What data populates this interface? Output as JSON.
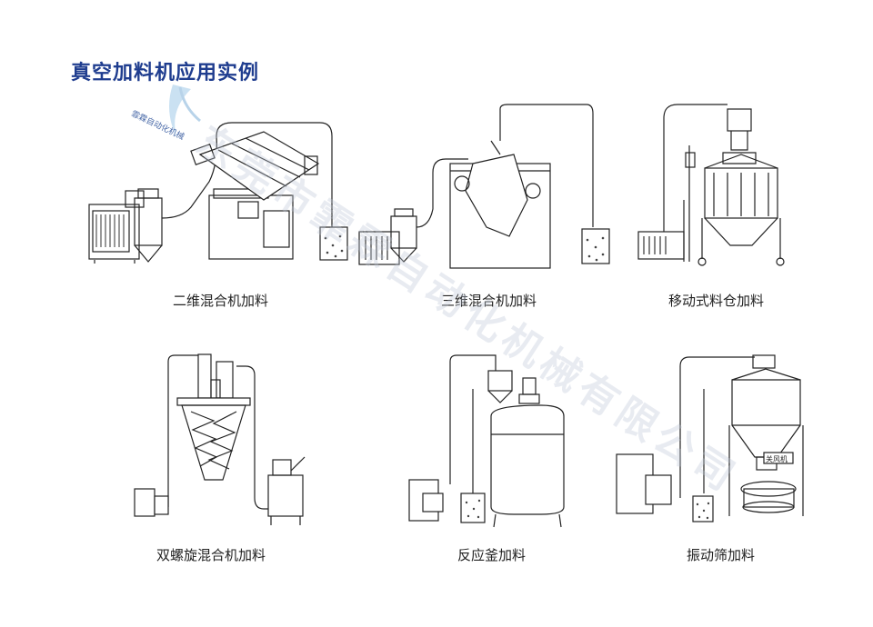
{
  "page": {
    "title": "真空加料机应用实例",
    "watermark": "东莞市霏霖自动化机械有限公司",
    "logo_text": "霏霖自动化机械"
  },
  "applications": [
    {
      "label": "二维混合机加料",
      "icon": "two-dimensional-mixer"
    },
    {
      "label": "三维混合机加料",
      "icon": "three-dimensional-mixer"
    },
    {
      "label": "移动式料仓加料",
      "icon": "mobile-silo"
    },
    {
      "label": "双螺旋混合机加料",
      "icon": "double-screw-mixer"
    },
    {
      "label": "反应釜加料",
      "icon": "reactor-kettle"
    },
    {
      "label": "振动筛加料",
      "icon": "vibrating-screen"
    }
  ],
  "equipment_labels": {
    "rotary_valve": "关风机"
  }
}
